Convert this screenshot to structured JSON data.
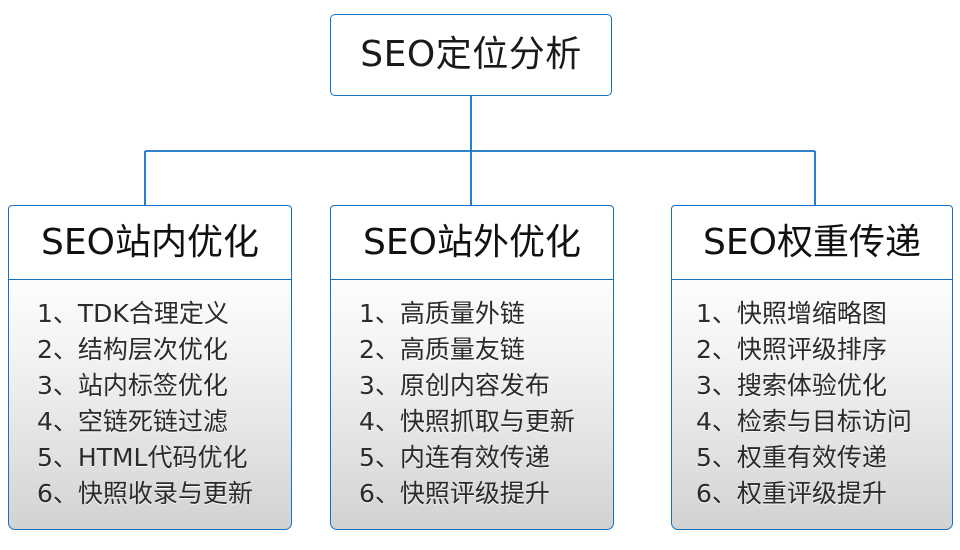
{
  "diagram": {
    "type": "organizational-tree",
    "accent_color": "#1471c4",
    "text_color": "#2b2b2b",
    "root": {
      "label": "SEO定位分析"
    },
    "branches": [
      {
        "id": "seo-onsite",
        "header": "SEO站内优化",
        "items": [
          "1、TDK合理定义",
          "2、结构层次优化",
          "3、站内标签优化",
          "4、空链死链过滤",
          "5、HTML代码优化",
          "6、快照收录与更新"
        ]
      },
      {
        "id": "seo-offsite",
        "header": "SEO站外优化",
        "items": [
          "1、高质量外链",
          "2、高质量友链",
          "3、原创内容发布",
          "4、快照抓取与更新",
          "5、内连有效传递",
          "6、快照评级提升"
        ]
      },
      {
        "id": "seo-weight",
        "header": "SEO权重传递",
        "items": [
          "1、快照增缩略图",
          "2、快照评级排序",
          "3、搜索体验优化",
          "4、检索与目标访问",
          "5、权重有效传递",
          "6、权重评级提升"
        ]
      }
    ]
  }
}
